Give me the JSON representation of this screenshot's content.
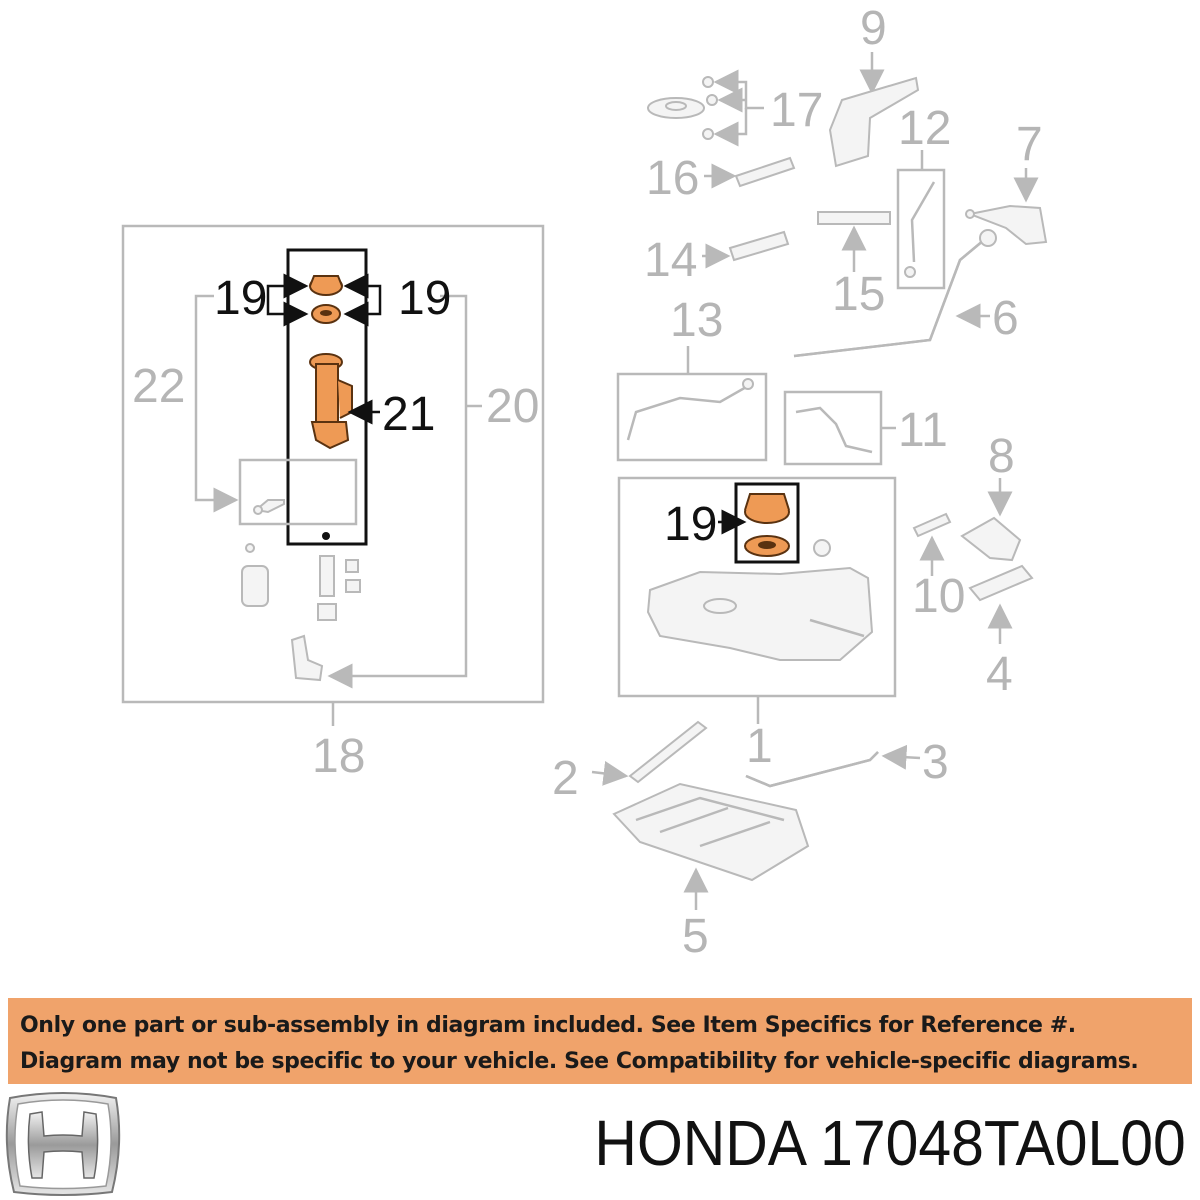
{
  "diagram": {
    "labels": {
      "l1": "1",
      "l2": "2",
      "l3": "3",
      "l4": "4",
      "l5": "5",
      "l6": "6",
      "l7": "7",
      "l8": "8",
      "l9": "9",
      "l10": "10",
      "l11": "11",
      "l12": "12",
      "l13": "13",
      "l14": "14",
      "l15": "15",
      "l16": "16",
      "l17": "17",
      "l18": "18",
      "l19a": "19",
      "l19b": "19",
      "l19c": "19",
      "l20": "20",
      "l21": "21",
      "l22": "22"
    },
    "colors": {
      "highlight": "#ee9a55",
      "greyed": "#b9b9b9",
      "banner": "#f0a36b"
    }
  },
  "banner": {
    "line1": "Only one part or sub-assembly in diagram included. See Item Specifics for Reference #.",
    "line2": "Diagram may not be specific to your vehicle. See Compatibility for vehicle-specific diagrams."
  },
  "logo": {
    "icon": "honda-logo-icon"
  },
  "part": {
    "title": "HONDA 17048TA0L00"
  }
}
